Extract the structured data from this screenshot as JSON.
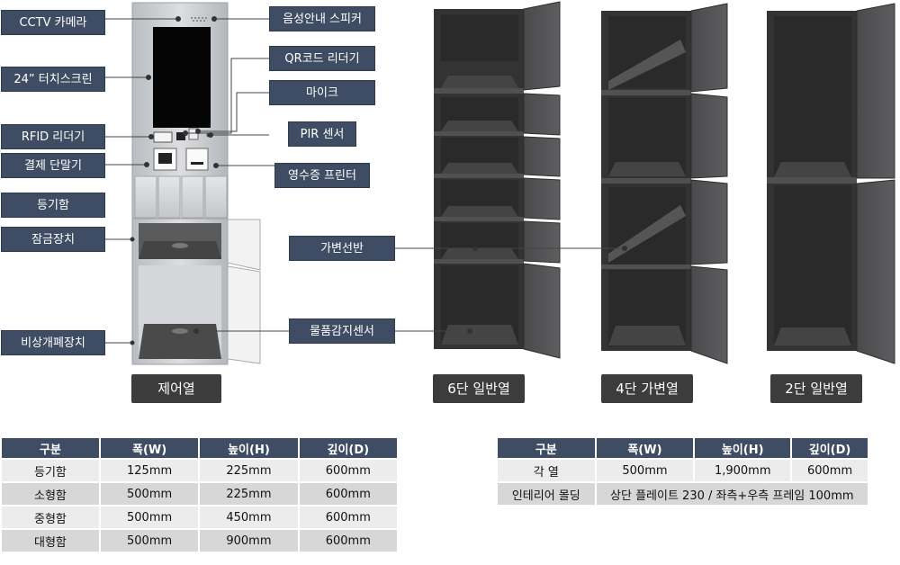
{
  "labels": {
    "cctv": "CCTV 카메라",
    "touchscreen": "24” 터치스크린",
    "rfid": "RFID 리더기",
    "payment": "결제 단말기",
    "registered": "등기함",
    "lock": "잠금장치",
    "emergency": "비상개폐장치",
    "speaker": "음성안내 스피커",
    "qr": "QR코드 리더기",
    "mic": "마이크",
    "pir": "PIR 센서",
    "printer": "영수증 프린터",
    "shelf": "가변선반",
    "sensor": "물품감지센서"
  },
  "columns": {
    "control": "제어열",
    "six": "6단 일반열",
    "four": "4단 가변열",
    "two": "2단 일반열"
  },
  "table_left": {
    "headers": [
      "구분",
      "폭(W)",
      "높이(H)",
      "깊이(D)"
    ],
    "rows": [
      [
        "등기함",
        "125mm",
        "225mm",
        "600mm"
      ],
      [
        "소형함",
        "500mm",
        "225mm",
        "600mm"
      ],
      [
        "중형함",
        "500mm",
        "450mm",
        "600mm"
      ],
      [
        "대형함",
        "500mm",
        "900mm",
        "600mm"
      ]
    ]
  },
  "table_right": {
    "headers": [
      "구분",
      "폭(W)",
      "높이(H)",
      "깊이(D)"
    ],
    "row1": [
      "각 열",
      "500mm",
      "1,900mm",
      "600mm"
    ],
    "row2_label": "인테리어 몰딩",
    "row2_value": "상단 플레이트 230 / 좌측+우측 프레임 100mm"
  },
  "colors": {
    "label_bg": "#3e4d63",
    "caption_bg": "#3c3c3c",
    "locker_dark": "#3b3b3c",
    "steel": "#c9ccd0"
  }
}
